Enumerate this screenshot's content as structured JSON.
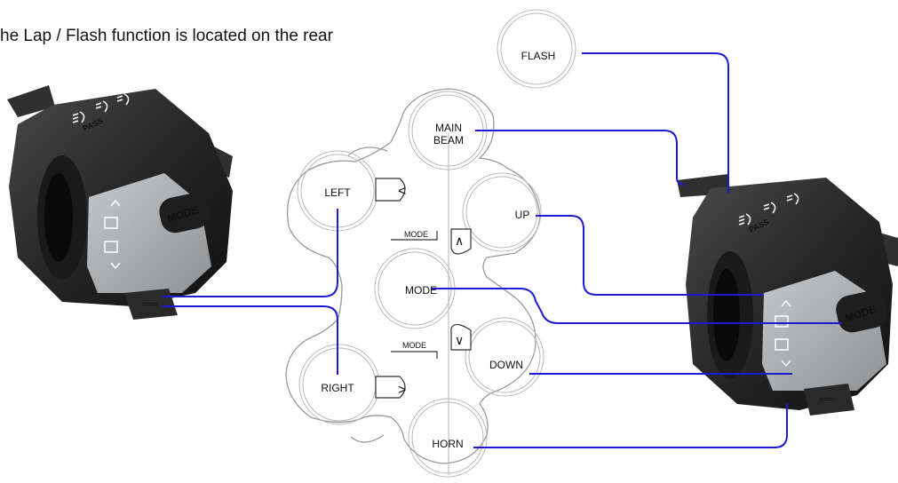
{
  "caption": "he Lap / Flash function is located on the rear",
  "buttons": {
    "flash": "FLASH",
    "main_beam_1": "MAIN",
    "main_beam_2": "BEAM",
    "left": "LEFT",
    "up": "UP",
    "mode": "MODE",
    "down": "DOWN",
    "right": "RIGHT",
    "horn": "HORN"
  },
  "small_labels": {
    "mode_upper": "MODE",
    "mode_lower": "MODE",
    "arrow_left": "<",
    "arrow_right": ">",
    "arrow_up": "∧",
    "arrow_down": "∨"
  },
  "switch_labels": {
    "left_switch_mode": "MODE",
    "left_switch_pass": "PASS",
    "right_switch_mode": "MODE",
    "right_switch_pass": "PASS"
  },
  "colors": {
    "connector": "#1b1bd6",
    "outline": "#9a9a9a",
    "housing": "#2b2b2b",
    "panel": "#a9adaf"
  }
}
